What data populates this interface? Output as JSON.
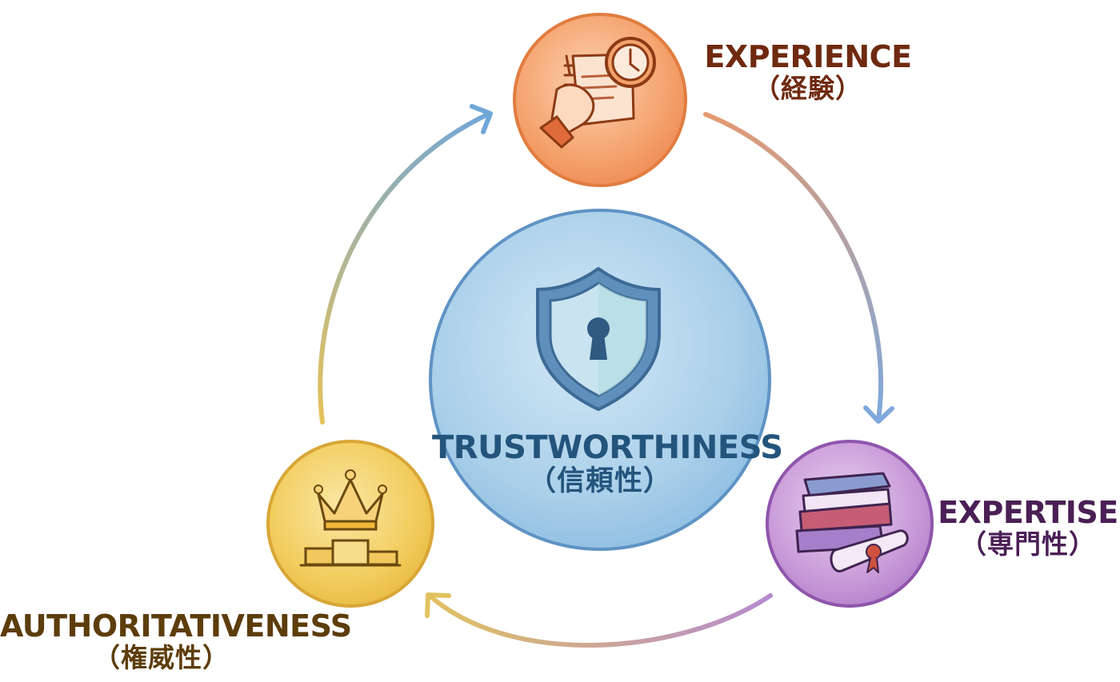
{
  "center": {
    "title": "TRUSTWORTHINESS",
    "subtitle": "（信頼性）",
    "icon": "shield-keyhole-icon",
    "color": "#a9cfe9"
  },
  "nodes": [
    {
      "id": "experience",
      "title": "EXPERIENCE",
      "subtitle": "（経験）",
      "icon": "notepad-clock-icon",
      "color": "#f4a26c",
      "text_color": "#6f2a10"
    },
    {
      "id": "expertise",
      "title": "EXPERTISE",
      "subtitle": "（専門性）",
      "icon": "books-diploma-icon",
      "color": "#c28ad2",
      "text_color": "#4a1f55"
    },
    {
      "id": "authoritativeness",
      "title": "AUTHORITATIVENESS",
      "subtitle": "（権威性）",
      "icon": "crown-podium-icon",
      "color": "#f2cc5c",
      "text_color": "#5d3d0c"
    }
  ],
  "cycle": {
    "direction": "clockwise",
    "arrows": [
      {
        "from": "authoritativeness",
        "to": "experience",
        "colors": [
          "#e6c25c",
          "#6fa6d8"
        ]
      },
      {
        "from": "experience",
        "to": "expertise",
        "colors": [
          "#e79a6e",
          "#7fa8dc"
        ]
      },
      {
        "from": "expertise",
        "to": "authoritativeness",
        "colors": [
          "#b48ad0",
          "#e2c260"
        ]
      }
    ]
  }
}
